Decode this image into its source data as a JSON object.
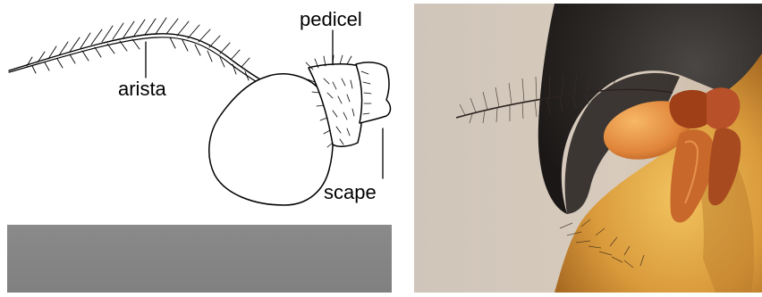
{
  "diagram": {
    "labels": {
      "pedicel": "pedicel",
      "arista": "arista",
      "scape": "scape"
    },
    "colors": {
      "line": "#000000",
      "background": "#ffffff",
      "gray_panel": "#858585",
      "photo_bg": "#d2c6b8",
      "eye": "#2a2624",
      "segment_orange": "#e08a3a",
      "head_yellow": "#e0a646"
    }
  }
}
